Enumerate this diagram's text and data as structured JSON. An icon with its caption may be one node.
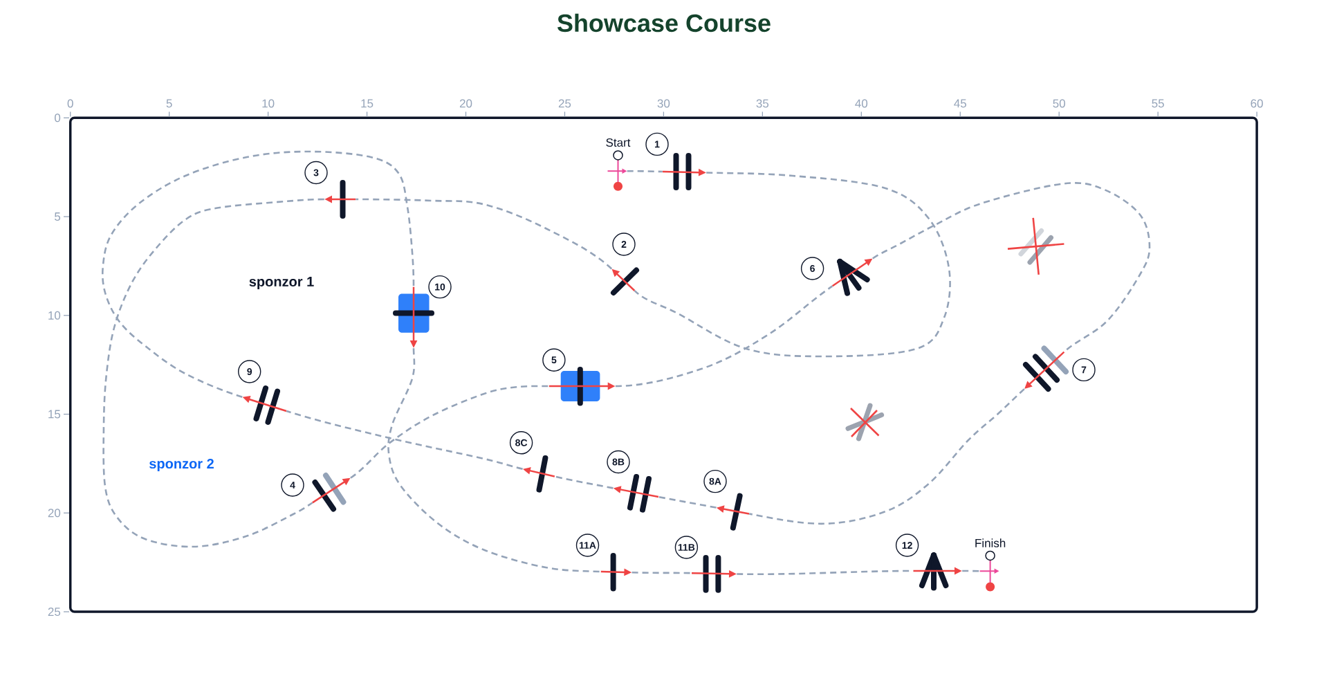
{
  "diagram": {
    "title": "Showcase Course",
    "nodes": [
      {
        "text": [
          "Start"
        ]
      },
      {
        "text": [
          "1"
        ]
      },
      {
        "text": [
          "2"
        ]
      },
      {
        "text": [
          "3"
        ]
      },
      {
        "text": [
          "4"
        ]
      },
      {
        "text": [
          "5"
        ]
      },
      {
        "text": [
          "6"
        ]
      },
      {
        "text": [
          "7"
        ]
      },
      {
        "text": [
          "8A"
        ]
      },
      {
        "text": [
          "8B"
        ]
      },
      {
        "text": [
          "8C"
        ]
      },
      {
        "text": [
          "9"
        ]
      },
      {
        "text": [
          "10"
        ]
      },
      {
        "text": [
          "11A"
        ]
      },
      {
        "text": [
          "11B"
        ]
      },
      {
        "text": [
          "12"
        ]
      },
      {
        "text": [
          "Finish"
        ]
      },
      {
        "text": [],
        "shape": "bar"
      },
      {
        "text": [],
        "shape": "bar"
      }
    ],
    "edges": [
      {
        "from": 0,
        "to": 1,
        "arrow": "none",
        "style": "dashed"
      },
      {
        "from": 1,
        "to": 2,
        "arrow": "none",
        "style": "dashed"
      },
      {
        "from": 2,
        "to": 3,
        "arrow": "none",
        "style": "dashed"
      },
      {
        "from": 3,
        "to": 4,
        "arrow": "none",
        "style": "dashed"
      },
      {
        "from": 4,
        "to": 5,
        "arrow": "none",
        "style": "dashed"
      },
      {
        "from": 5,
        "to": 6,
        "arrow": "none",
        "style": "dashed"
      },
      {
        "from": 6,
        "to": 7,
        "arrow": "none",
        "style": "dashed"
      },
      {
        "from": 7,
        "to": 8,
        "arrow": "none",
        "style": "dashed"
      },
      {
        "from": 8,
        "to": 9,
        "arrow": "none",
        "style": "dashed"
      },
      {
        "from": 9,
        "to": 10,
        "arrow": "none",
        "style": "dashed"
      },
      {
        "from": 10,
        "to": 11,
        "arrow": "none",
        "style": "dashed"
      },
      {
        "from": 11,
        "to": 12,
        "arrow": "none",
        "style": "dashed"
      },
      {
        "from": 12,
        "to": 13,
        "arrow": "none",
        "style": "dashed"
      },
      {
        "from": 13,
        "to": 14,
        "arrow": "none",
        "style": "dashed"
      },
      {
        "from": 14,
        "to": 15,
        "arrow": "none",
        "style": "dashed"
      },
      {
        "from": 15,
        "to": 16,
        "arrow": "none",
        "style": "dashed"
      }
    ],
    "labels": [
      "0",
      "5",
      "10",
      "15",
      "20",
      "25",
      "30",
      "35",
      "40",
      "45",
      "50",
      "55",
      "60",
      "0",
      "5",
      "10",
      "15",
      "20",
      "25",
      "sponzor 1",
      "sponzor 2"
    ]
  }
}
